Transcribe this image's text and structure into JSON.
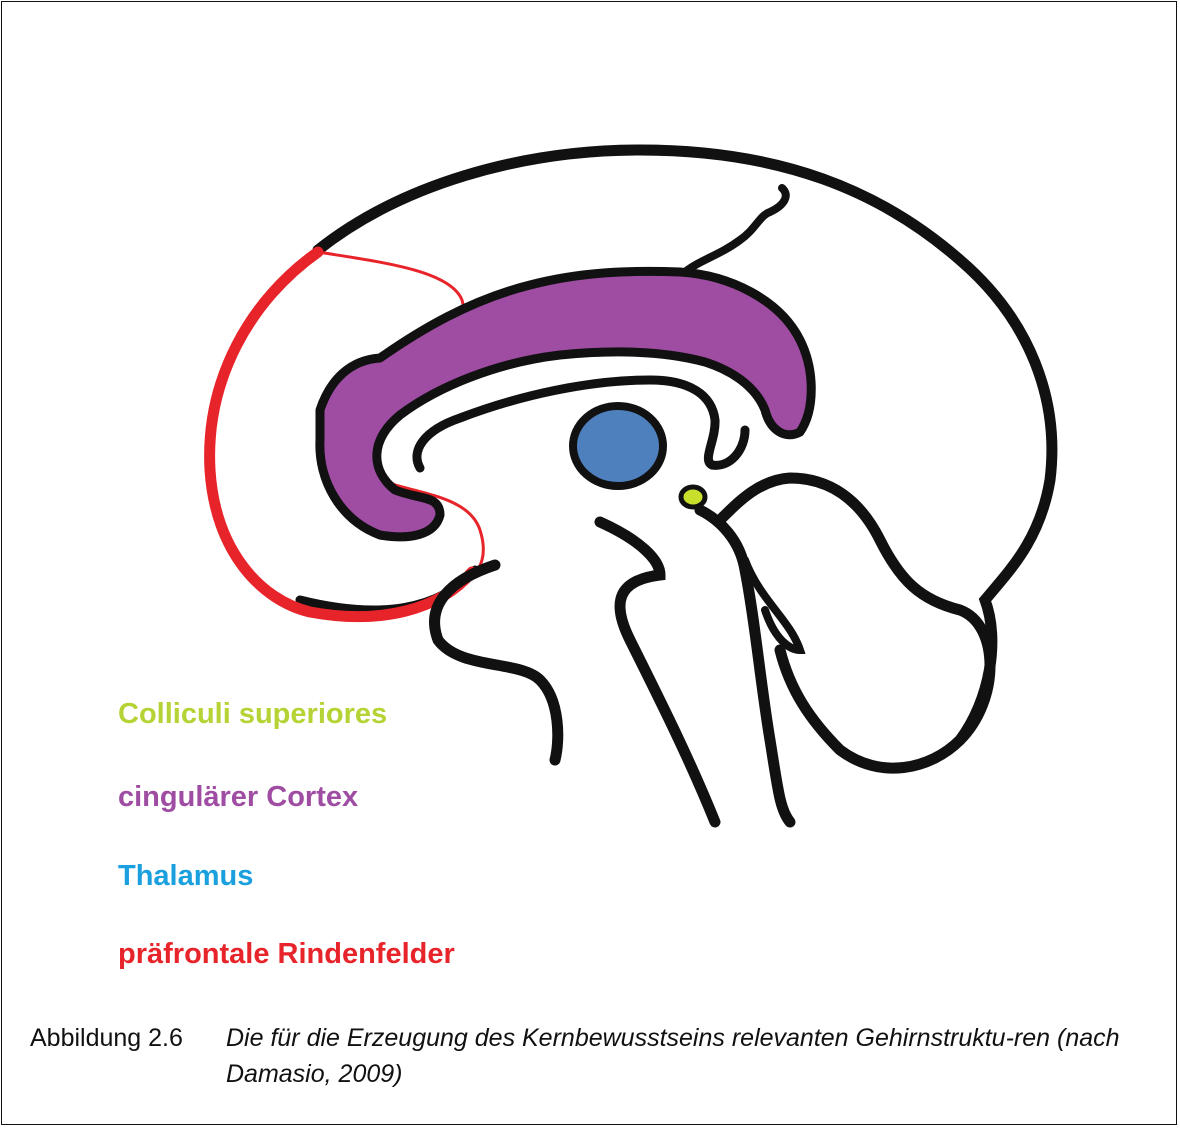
{
  "legend": [
    {
      "label": "Colliculi superiores",
      "color": "#b5d334"
    },
    {
      "label": "cingulärer Cortex",
      "color": "#9f4ca3"
    },
    {
      "label": "Thalamus",
      "color": "#1aa0de"
    },
    {
      "label": "präfrontale Rindenfelder",
      "color": "#e8242b"
    }
  ],
  "caption": {
    "label": "Abbildung 2.6",
    "text": "Die für die Erzeugung des Kernbewusstseins relevanten Gehirnstruktu-ren (nach Damasio, 2009)"
  },
  "colors": {
    "outline": "#111111",
    "thalamus_fill": "#4e80be",
    "cingulate_fill": "#9f4ca3",
    "colliculi_fill": "#c8e02c",
    "prefrontal_stroke": "#e8242b"
  }
}
